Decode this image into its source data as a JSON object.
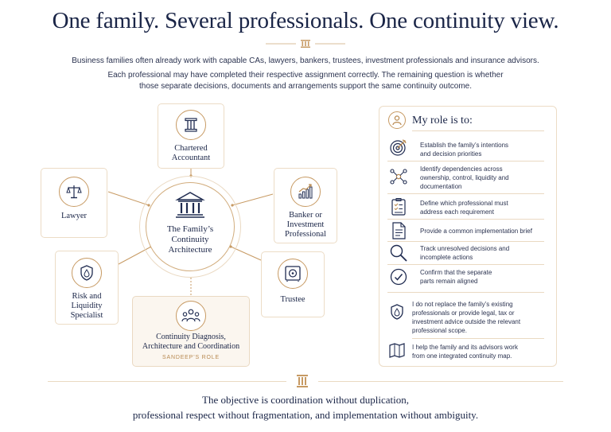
{
  "header": {
    "title": "One family. Several professionals. One continuity view.",
    "intro_line1": "Business families often already work with capable CAs, lawyers, bankers, trustees, investment professionals and insurance advisors.",
    "intro_line2": "Each professional may have completed their respective assignment correctly. The remaining question is whether",
    "intro_line3": "those separate decisions, documents and arrangements support the same continuity outcome."
  },
  "diagram": {
    "center": {
      "line1": "The Family’s",
      "line2": "Continuity",
      "line3": "Architecture",
      "icon": "pillared-building-icon"
    },
    "nodes": {
      "ca": {
        "line1": "Chartered",
        "line2": "Accountant",
        "icon": "pillar-icon"
      },
      "lawyer": {
        "line1": "Lawyer",
        "icon": "scales-icon"
      },
      "banker": {
        "line1": "Banker or",
        "line2": "Investment",
        "line3": "Professional",
        "icon": "growth-chart-icon"
      },
      "risk": {
        "line1": "Risk and",
        "line2": "Liquidity",
        "line3": "Specialist",
        "icon": "shield-drop-icon"
      },
      "trustee": {
        "line1": "Trustee",
        "icon": "vault-icon"
      },
      "role": {
        "line1": "Continuity Diagnosis,",
        "line2": "Architecture and Coordination",
        "tag": "SANDEEP’S ROLE",
        "icon": "group-icon"
      }
    }
  },
  "panel": {
    "title": "My role is to:",
    "icon": "person-icon",
    "items": [
      {
        "line1": "Establish the family’s intentions",
        "line2": "and decision priorities",
        "icon": "target-icon"
      },
      {
        "line1": "Identify dependencies across",
        "line2": "ownership, control, liquidity and",
        "line3": "documentation",
        "icon": "network-icon"
      },
      {
        "line1": "Define which professional must",
        "line2": "address each requirement",
        "icon": "checklist-icon"
      },
      {
        "line1": "Provide a common implementation brief",
        "icon": "document-icon"
      },
      {
        "line1": "Track unresolved decisions and",
        "line2": "incomplete actions",
        "icon": "magnifier-icon"
      },
      {
        "line1": "Confirm that the separate",
        "line2": "parts remain aligned",
        "icon": "check-circle-icon"
      }
    ],
    "notes": [
      {
        "line1": "I do not replace the family’s existing",
        "line2": "professionals or provide legal, tax or",
        "line3": "investment advice outside the relevant",
        "line4": "professional scope.",
        "icon": "shield-drop-icon"
      },
      {
        "line1": "I help the family and its advisors work",
        "line2": "from one integrated continuity map.",
        "icon": "map-icon"
      }
    ]
  },
  "footer": {
    "line1": "The objective is coordination without duplication,",
    "line2": "professional respect without fragmentation, and implementation without ambiguity."
  },
  "colors": {
    "navy": "#1a2547",
    "gold": "#b8894f",
    "cream": "#fbf6ef"
  }
}
